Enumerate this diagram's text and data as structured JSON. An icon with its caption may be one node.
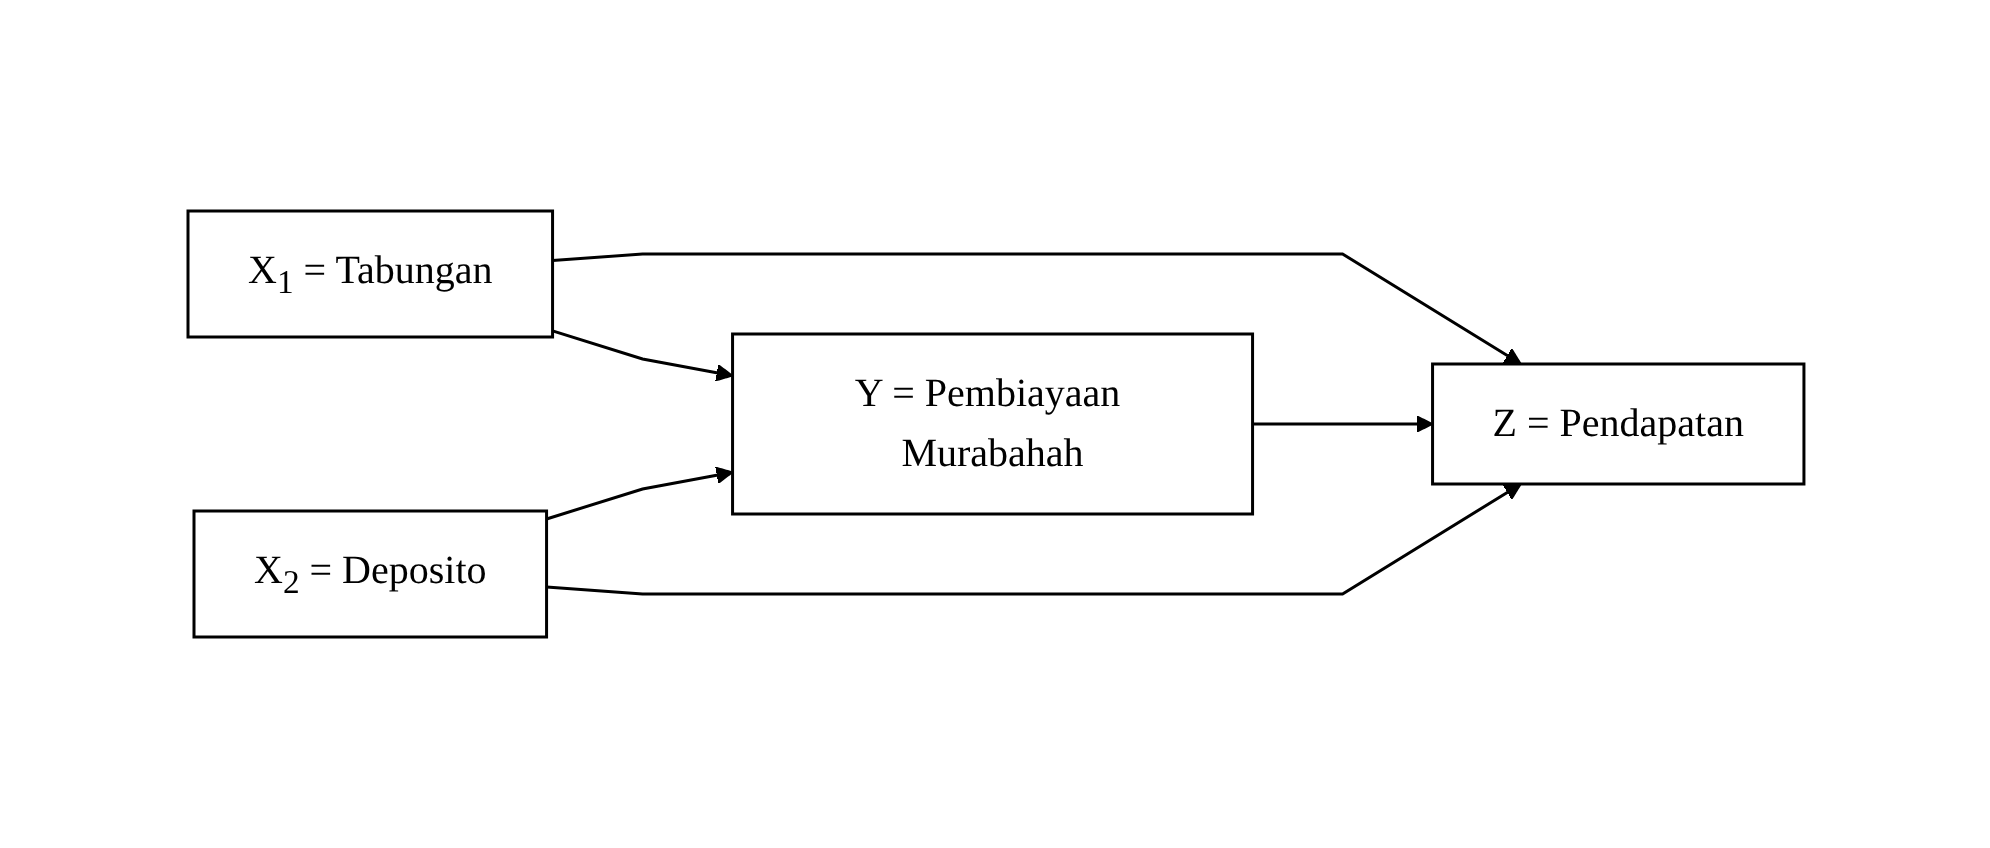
{
  "diagram": {
    "nodes": [
      {
        "text": [
          "X$_{1}$ = Tabungan"
        ]
      },
      {
        "text": [
          "Y = Pembiayaan Murabahah"
        ]
      },
      {
        "text": [
          "Z = Pendapatan"
        ]
      },
      {
        "text": [
          "X$_{2}$ = Deposito"
        ]
      }
    ],
    "edges": [
      {
        "from": 0,
        "to": 1,
        "arrow": "to"
      },
      {
        "from": 0,
        "to": 2,
        "arrow": "to"
      },
      {
        "from": 3,
        "to": 1,
        "arrow": "to"
      },
      {
        "from": 1,
        "to": 2,
        "arrow": "to"
      },
      {
        "from": 3,
        "to": 2,
        "arrow": "to"
      }
    ]
  }
}
